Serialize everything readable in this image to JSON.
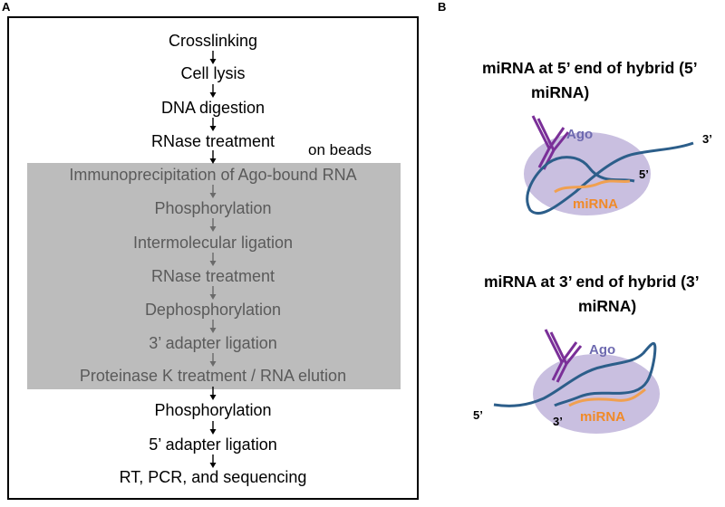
{
  "panel_a": {
    "letter": "A",
    "steps_top": [
      "Crosslinking",
      "Cell lysis",
      "DNA digestion",
      "RNase treatment"
    ],
    "on_beads_label": "on beads",
    "steps_beads": [
      "Immunoprecipitation of Ago-bound RNA",
      "Phosphorylation",
      "Intermolecular ligation",
      "RNase treatment",
      "Dephosphorylation",
      "3’ adapter ligation",
      "Proteinase K treatment / RNA elution"
    ],
    "steps_bottom": [
      "Phosphorylation",
      "5’ adapter ligation",
      "RT, PCR, and sequencing"
    ]
  },
  "panel_b": {
    "letter": "B",
    "top": {
      "title_line1": "miRNA at 5’ end of hybrid (5’",
      "title_line2": "miRNA)",
      "ago_label": "Ago",
      "mirna_label": "miRNA",
      "end_5": "5’",
      "end_3": "3’"
    },
    "bottom": {
      "title_line1": "miRNA at 3’ end of hybrid (3’",
      "title_line2": "miRNA)",
      "ago_label": "Ago",
      "mirna_label": "miRNA",
      "end_5": "5’",
      "end_3": "3’"
    },
    "colors": {
      "ago_fill": "#c9bfe0",
      "ago_text": "#6e6ab0",
      "antibody": "#7a2f98",
      "rna": "#2c5e8a",
      "mirna": "#f0a050",
      "mirna_text": "#f08a28"
    }
  }
}
